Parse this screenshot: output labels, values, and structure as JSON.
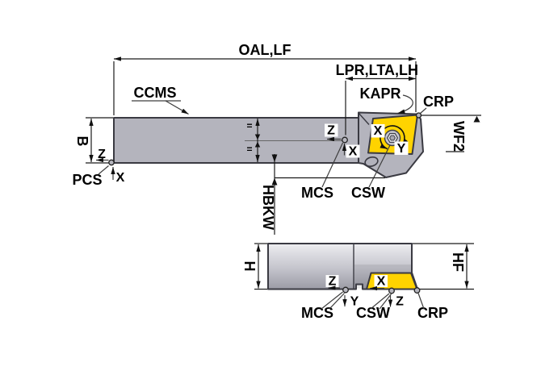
{
  "colors": {
    "body": "#b4b4bd",
    "insert": "#ffd300",
    "outline": "#3a3a42"
  },
  "labels": {
    "oal_lf": "OAL,LF",
    "lpr_lta_lh": "LPR,LTA,LH",
    "ccms": "CCMS",
    "kapr": "KAPR",
    "crp": "CRP",
    "wf2": "WF2",
    "b": "B",
    "pcs": "PCS",
    "mcs": "MCS",
    "csw": "CSW",
    "hbkw": "HBKW",
    "h": "H",
    "hf": "HF",
    "x": "X",
    "y": "Y",
    "z": "Z",
    "equal": "="
  }
}
